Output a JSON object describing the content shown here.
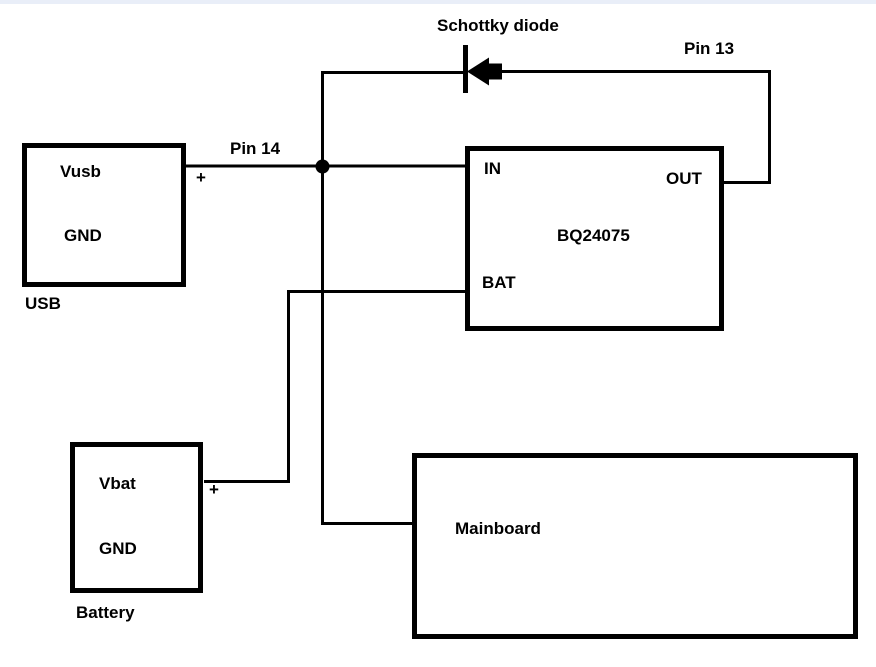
{
  "colors": {
    "stroke": "#000000",
    "background": "#ffffff",
    "top_strip": "#e9eef8"
  },
  "annotations": {
    "schottky_diode": "Schottky diode",
    "pin_13": "Pin 13",
    "pin_14": "Pin 14"
  },
  "usb": {
    "pin_vusb": "Vusb",
    "pin_gnd": "GND",
    "caption": "USB",
    "polarity": "+"
  },
  "battery": {
    "pin_vbat": "Vbat",
    "pin_gnd": "GND",
    "caption": "Battery",
    "polarity": "+"
  },
  "charger": {
    "name": "BQ24075",
    "pin_in": "IN",
    "pin_out": "OUT",
    "pin_bat": "BAT"
  },
  "mainboard": {
    "caption": "Mainboard"
  }
}
